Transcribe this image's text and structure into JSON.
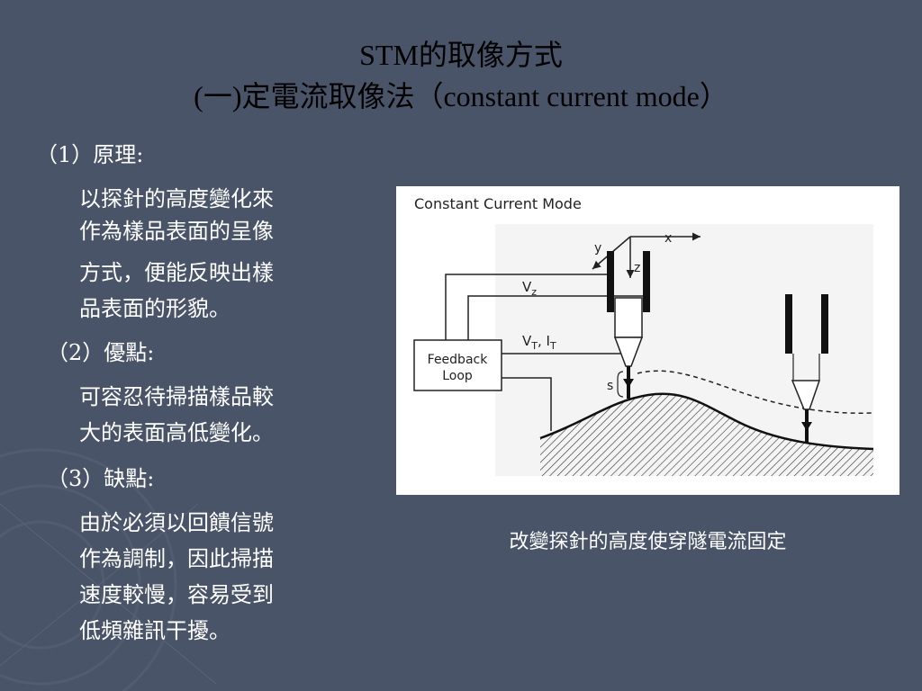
{
  "title": {
    "line1": "STM的取像方式",
    "line2": "(一)定電流取像法（constant current mode）"
  },
  "sections": [
    {
      "heading": "（1）原理:",
      "lines": [
        "以探針的高度變化來",
        "作為樣品表面的呈像",
        "方式，便能反映出樣",
        "品表面的形貌。"
      ]
    },
    {
      "heading": "（2）優點:",
      "lines": [
        "可容忍待掃描樣品較",
        "大的表面高低變化。"
      ]
    },
    {
      "heading": "（3）缺點:",
      "lines": [
        "由於必須以回饋信號",
        "作為調制，因此掃描",
        "速度較慢，容易受到",
        "低頻雜訊干擾。"
      ]
    }
  ],
  "diagram": {
    "title": "Constant  Current  Mode",
    "feedback_line1": "Feedback",
    "feedback_line2": "Loop",
    "axis_x": "x",
    "axis_y": "y",
    "axis_z": "z",
    "vz_label": "V",
    "vz_sub": "z",
    "vt_label": "V",
    "vt_sub": "T",
    "it_label": ", I",
    "it_sub": "T",
    "s_label": "s"
  },
  "caption": "改變探針的高度使穿隧電流固定"
}
